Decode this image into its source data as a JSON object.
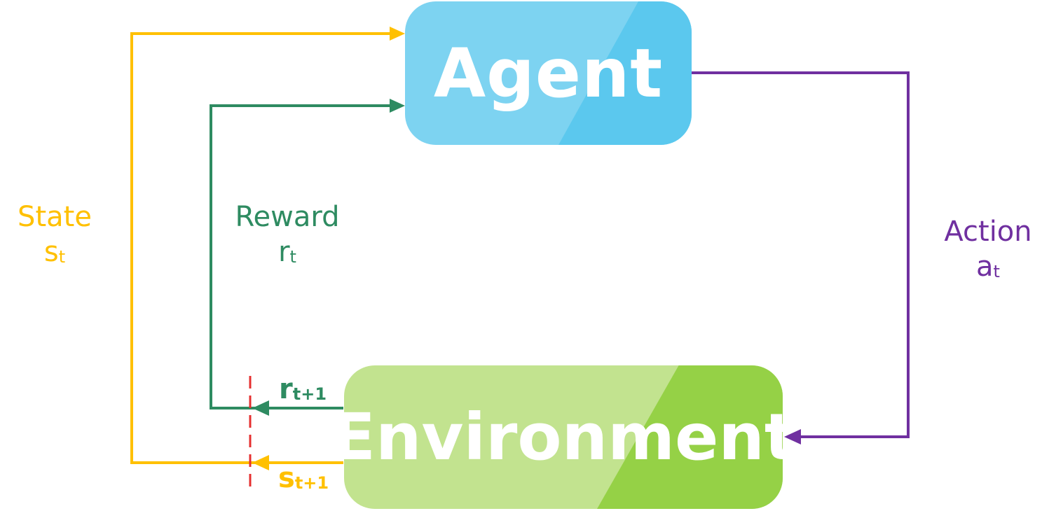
{
  "diagram": {
    "agent": {
      "label": "Agent"
    },
    "environment": {
      "label": "Environment"
    },
    "state": {
      "word": "State",
      "symbol": "s",
      "subscript": "t"
    },
    "reward": {
      "word": "Reward",
      "symbol": "r",
      "subscript": "t"
    },
    "action": {
      "word": "Action",
      "symbol": "a",
      "subscript": "t"
    },
    "next_reward": {
      "symbol": "r",
      "subscript": "t+1"
    },
    "next_state": {
      "symbol": "s",
      "subscript": "t+1"
    }
  },
  "colors": {
    "state": "#ffc000",
    "reward": "#2e8b61",
    "action": "#7030a0",
    "divider": "#e53030",
    "agent_fill": "#7dd3f1",
    "agent_shade": "#5bc8ee",
    "environment_fill": "#c2e38f",
    "environment_shade": "#95d146"
  }
}
